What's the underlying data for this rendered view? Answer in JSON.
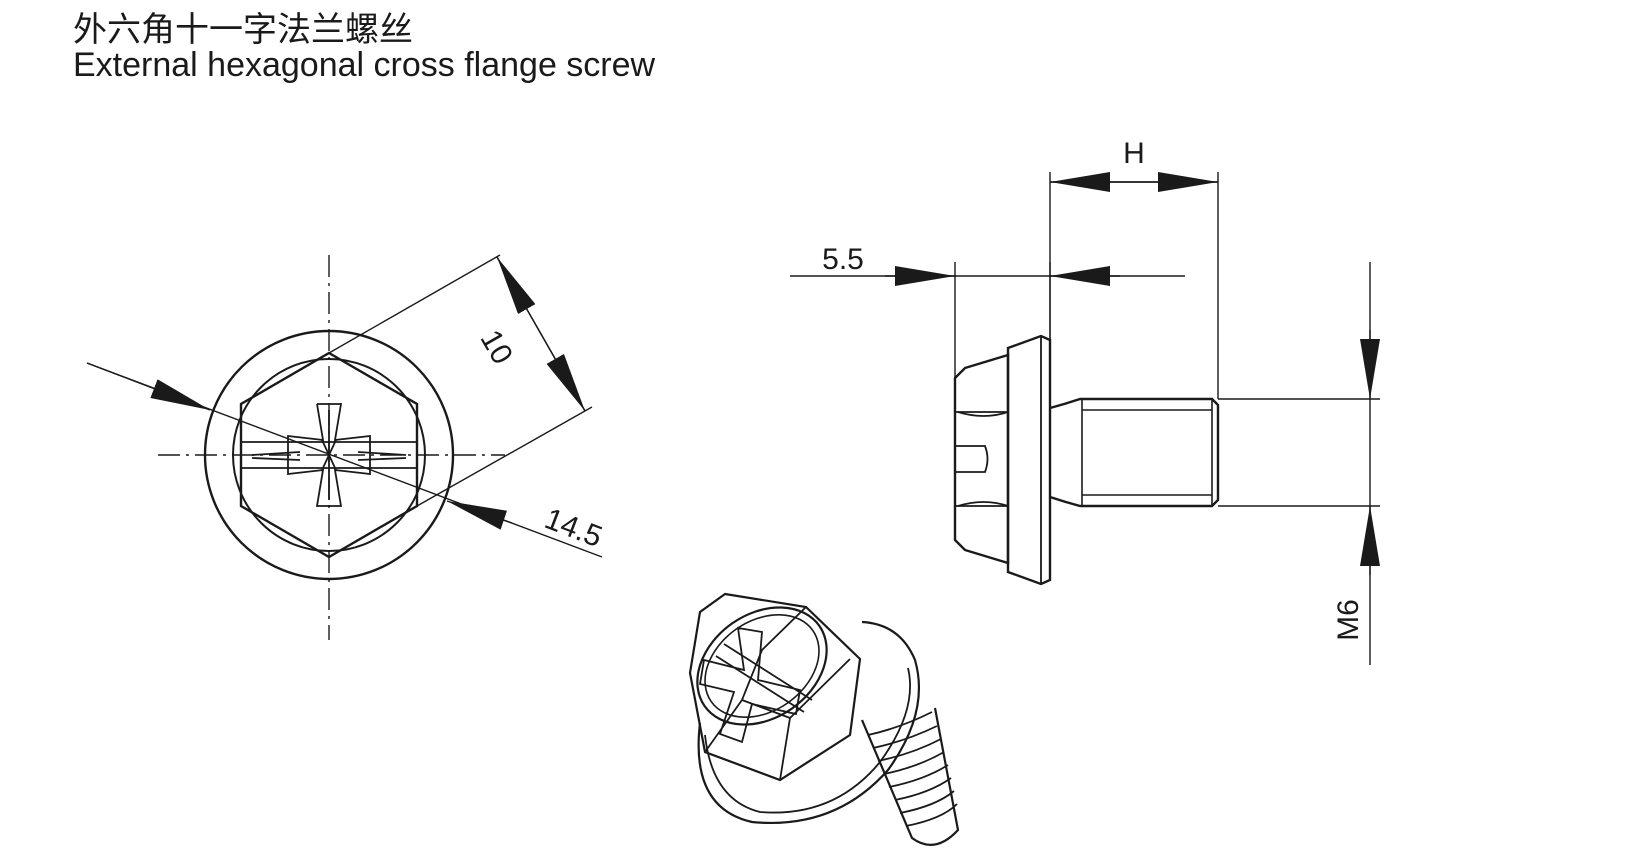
{
  "title": {
    "chinese": "外六角十一字法兰螺丝",
    "english": "External hexagonal cross flange screw"
  },
  "dimensions": {
    "hex_across_flats": "10",
    "flange_diameter": "14.5",
    "head_height": "5.5",
    "length": "H",
    "thread": "M6"
  },
  "colors": {
    "line": "#1a1a1a",
    "background": "#ffffff"
  }
}
